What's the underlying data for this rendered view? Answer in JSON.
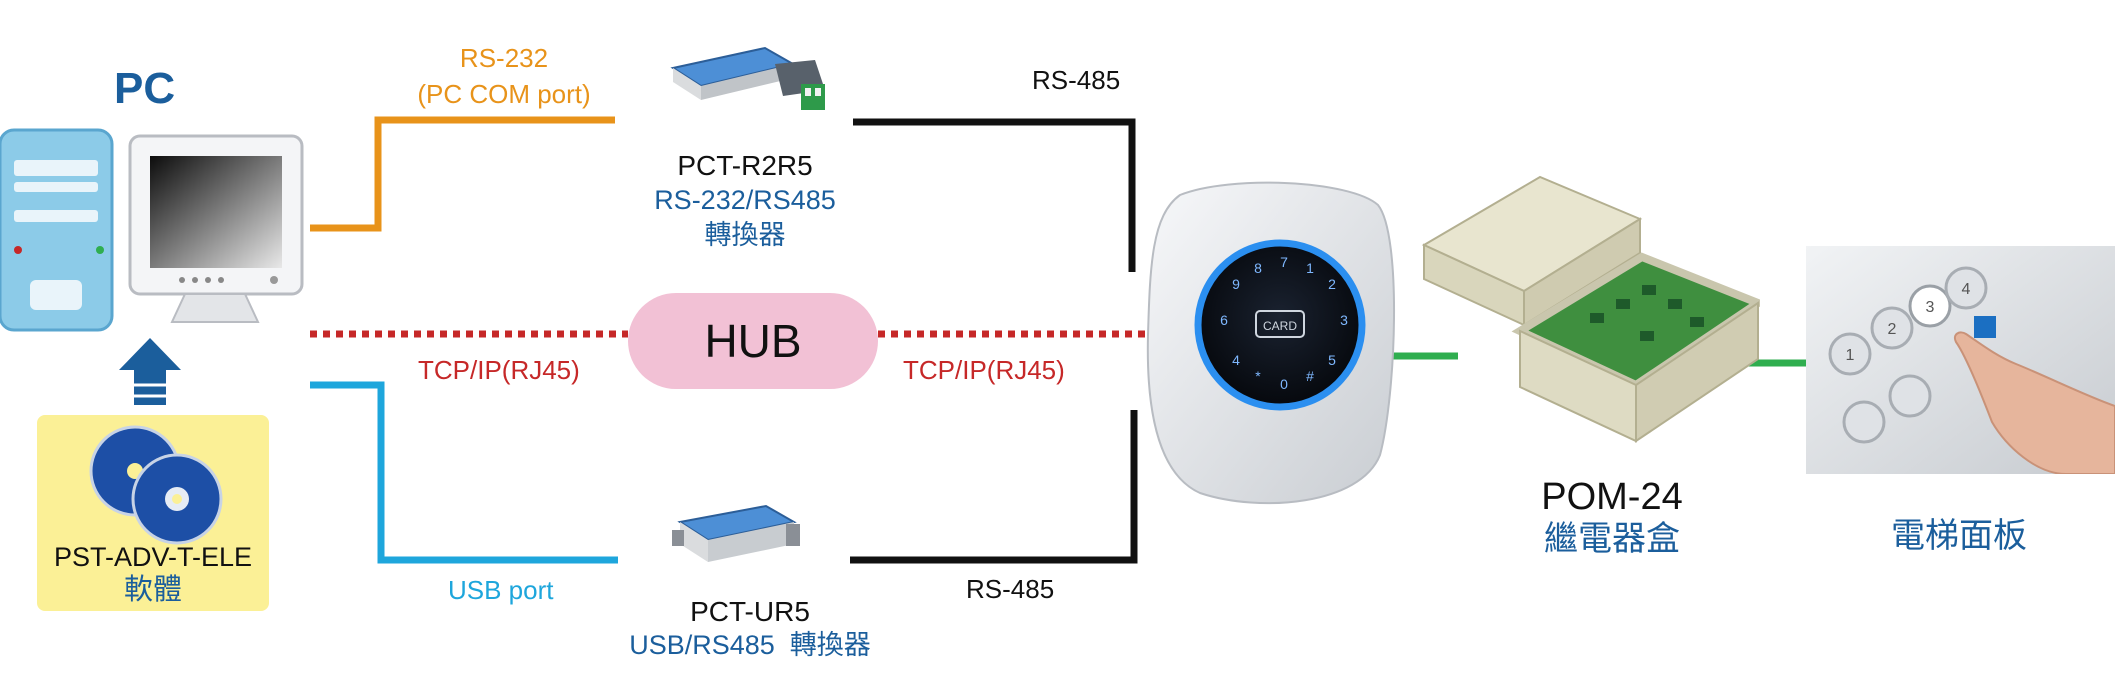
{
  "pc": {
    "title": "PC"
  },
  "software": {
    "name": "PST-ADV-T-ELE",
    "label": "軟體"
  },
  "links": {
    "rs232_label": "RS-232",
    "rs232_sub": "(PC COM port)",
    "tcp_left": "TCP/IP(RJ45)",
    "tcp_right": "TCP/IP(RJ45)",
    "usb_label": "USB port",
    "rs485_top": "RS-485",
    "rs485_bottom": "RS-485"
  },
  "hub": {
    "label": "HUB"
  },
  "r2r5": {
    "model": "PCT-R2R5",
    "type": "RS-232/RS485",
    "desc": "轉換器"
  },
  "ur5": {
    "model": "PCT-UR5",
    "desc": "USB/RS485  轉換器"
  },
  "reader": {
    "card_text": "CARD",
    "keys": [
      "9",
      "8",
      "7",
      "1",
      "2",
      "3",
      "6",
      "5",
      "4",
      "#",
      "0",
      "*"
    ]
  },
  "relay": {
    "model": "POM-24",
    "desc": "繼電器盒"
  },
  "elevator": {
    "label": "電梯面板",
    "buttons": [
      "1",
      "2",
      "3",
      "4"
    ]
  },
  "colors": {
    "orange": "#e8931a",
    "black": "#111111",
    "blue": "#1b5e9c",
    "red": "#c62828",
    "cyan": "#1ea6dc",
    "green": "#2fae4f",
    "hub_fill": "#f2c1d5",
    "software_box": "#fbf096"
  }
}
